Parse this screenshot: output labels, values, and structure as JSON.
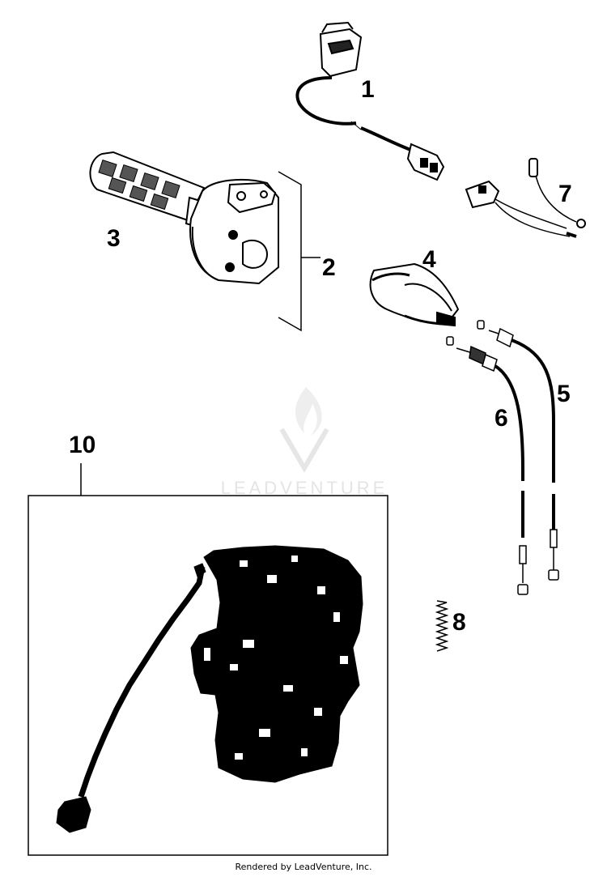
{
  "callouts": {
    "c1": "1",
    "c2": "2",
    "c3": "3",
    "c4": "4",
    "c5": "5",
    "c6": "6",
    "c7": "7",
    "c8": "8",
    "c10": "10"
  },
  "watermark": {
    "brand": "LEADVENTURE",
    "icon": "flame-v-logo-icon"
  },
  "footer": {
    "rendered_by": "Rendered by LeadVenture, Inc."
  },
  "colors": {
    "ink": "#000000",
    "watermark": "#e4e4e4",
    "background": "#ffffff"
  }
}
